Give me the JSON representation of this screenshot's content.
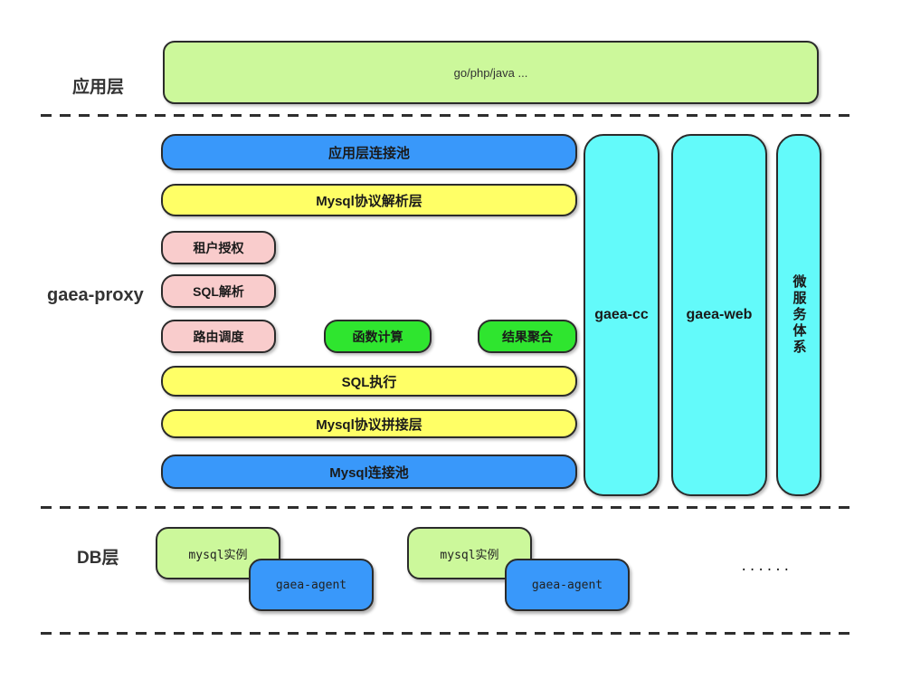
{
  "diagram": {
    "app_layer": {
      "label": "应用层",
      "box_label": "go/php/java ..."
    },
    "proxy_layer": {
      "label": "gaea-proxy",
      "app_conn_pool": "应用层连接池",
      "mysql_protocol_parse": "Mysql协议解析层",
      "tenant_auth": "租户授权",
      "sql_parse": "SQL解析",
      "route_dispatch": "路由调度",
      "func_compute": "函数计算",
      "result_merge": "结果聚合",
      "sql_exec": "SQL执行",
      "mysql_protocol_join": "Mysql协议拼接层",
      "mysql_conn_pool": "Mysql连接池",
      "col_gaea_cc": "gaea-cc",
      "col_gaea_web": "gaea-web",
      "col_microservice": "微服务体系"
    },
    "db_layer": {
      "label": "DB层",
      "pairs": [
        {
          "instance": "mysql实例",
          "agent": "gaea-agent"
        },
        {
          "instance": "mysql实例",
          "agent": "gaea-agent"
        }
      ],
      "ellipsis": "......"
    },
    "colors": {
      "light_green": "#ccf89b",
      "blue": "#3998fa",
      "yellow": "#ffff66",
      "pink": "#f9cccc",
      "green": "#2fe52f",
      "cyan": "#63fafa",
      "border": "#2b2b2b",
      "text": "#1a1a1a"
    }
  }
}
